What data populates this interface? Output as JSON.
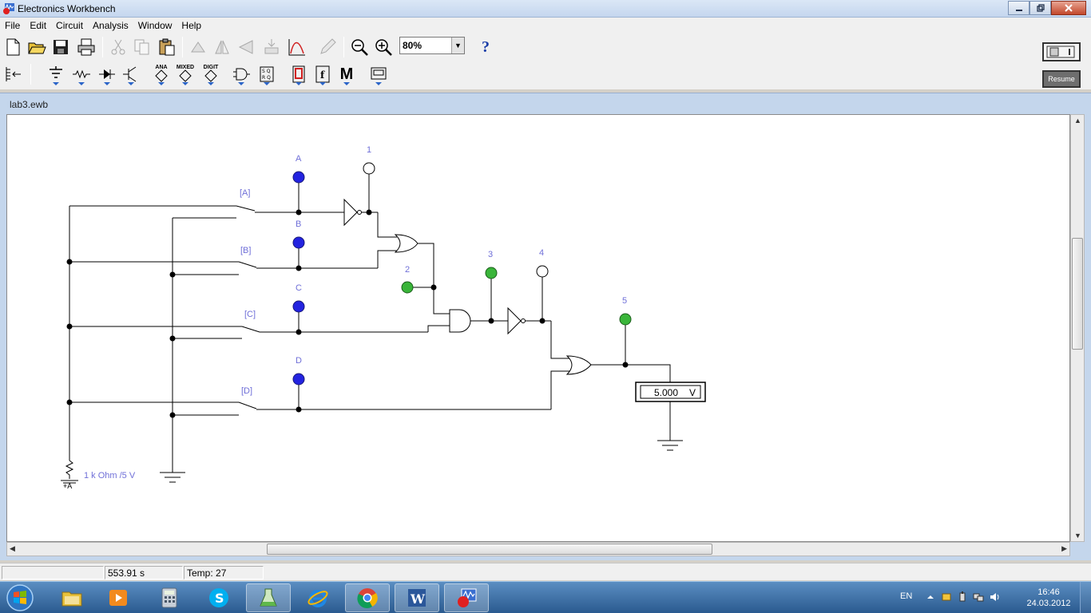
{
  "window": {
    "title": "Electronics Workbench"
  },
  "menubar": {
    "items": [
      "File",
      "Edit",
      "Circuit",
      "Analysis",
      "Window",
      "Help"
    ]
  },
  "toolbar": {
    "zoom": "80%",
    "help_label": "?",
    "parts_bins": {
      "analog": "ANA",
      "mixed": "MIXED",
      "digital": "DIGIT",
      "instruments_label": "M"
    }
  },
  "controls": {
    "resume_label": "Resume"
  },
  "document": {
    "filename": "lab3.ewb"
  },
  "circuit": {
    "switch_labels": [
      "[A]",
      "[B]",
      "[C]",
      "[D]"
    ],
    "input_probes": [
      "A",
      "B",
      "C",
      "D"
    ],
    "output_probes": [
      "1",
      "2",
      "3",
      "4",
      "5"
    ],
    "voltmeter_value": "5.000",
    "voltmeter_unit": "V",
    "source_label": "1 k Ohm /5 V",
    "source_terminal": "+A",
    "colors": {
      "input_probe": "#2323e0",
      "lit_probe": "#3ab53a",
      "wire": "#000000",
      "label": "#6f6fd8"
    }
  },
  "status": {
    "time": "553.91 s",
    "temp_label": "Temp:",
    "temp_value": "27"
  },
  "taskbar": {
    "language": "EN",
    "clock_time": "16:46",
    "clock_date": "24.03.2012",
    "apps": [
      "explorer",
      "media-player",
      "calculator",
      "skype",
      "hydra",
      "internet-explorer",
      "chrome",
      "word",
      "electronics-workbench"
    ]
  }
}
